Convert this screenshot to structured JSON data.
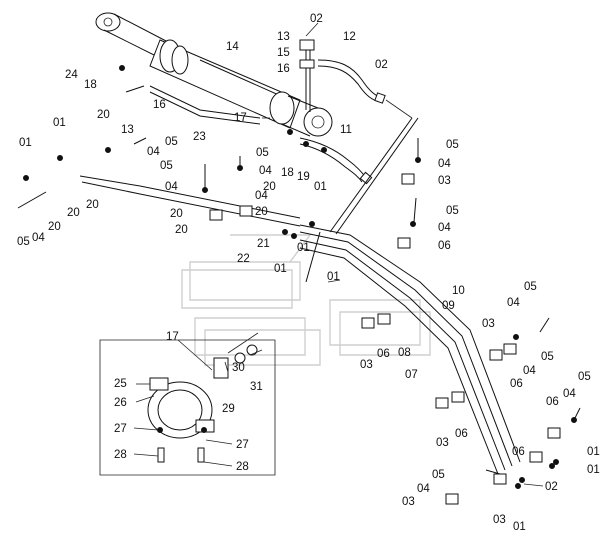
{
  "labels": {
    "n13_top": "13",
    "n02_top": "02",
    "n12": "12",
    "n15": "15",
    "n16_top": "16",
    "n14": "14",
    "n02_right": "02",
    "n24": "24",
    "n18_top": "18",
    "n16_mid": "16",
    "n17_top": "17",
    "n11": "11",
    "n20_a": "20",
    "n13_mid": "13",
    "n23": "23",
    "n05_a": "05",
    "n04_a": "04",
    "n01_left": "01",
    "n01_left2": "01",
    "n18_b": "18",
    "n19": "19",
    "n01_b": "01",
    "n05_b": "05",
    "n04_b": "04",
    "n04_c": "04",
    "n20_b": "20",
    "n04_d": "04",
    "n20_c": "20",
    "n05_c": "05",
    "n04_e": "04",
    "n20_d": "20",
    "n20_e": "20",
    "n20_f": "20",
    "n20_g": "20",
    "n20_h": "20",
    "n21": "21",
    "n22": "22",
    "n01_c": "01",
    "n01_d": "01",
    "n01_e": "01",
    "n05_r1": "05",
    "n04_r1": "04",
    "n03_r1": "03",
    "n05_r2": "05",
    "n04_r2": "04",
    "n06_r2": "06",
    "n10": "10",
    "n09": "09",
    "n08": "08",
    "n07": "07",
    "n06_mid": "06",
    "n03_mid": "03",
    "n04_rr": "04",
    "n05_rr": "05",
    "n03_rr": "03",
    "n05_rr2": "05",
    "n06_rr": "06",
    "n04_rr2": "04",
    "n05_rr3": "05",
    "n04_rr3": "04",
    "n06_rr2": "06",
    "n03_low": "03",
    "n06_low": "06",
    "n06_low2": "06",
    "n01_low": "01",
    "n01_low2": "01",
    "n05_bot": "05",
    "n04_bot": "04",
    "n03_bot": "03",
    "n03_bot2": "03",
    "n02_bot": "02",
    "n01_bot": "01",
    "n17_box": "17",
    "n25": "25",
    "n26": "26",
    "n30": "30",
    "n31": "31",
    "n29": "29",
    "n27_l": "27",
    "n27_r": "27",
    "n28_l": "28",
    "n28_r": "28"
  }
}
